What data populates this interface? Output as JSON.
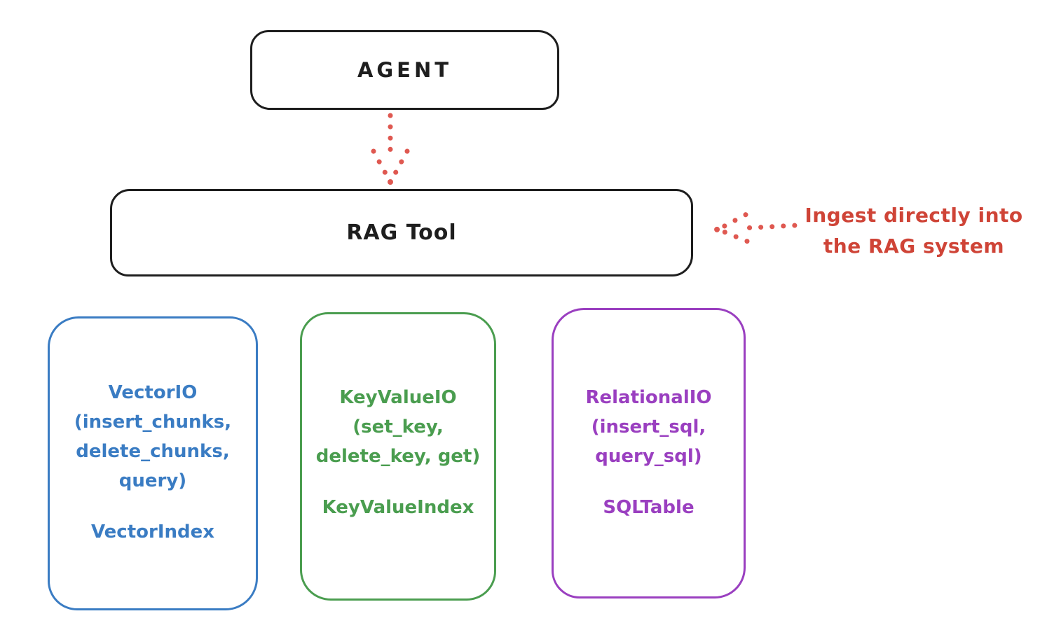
{
  "agent": {
    "label": "AGENT"
  },
  "rag_tool": {
    "label": "RAG Tool"
  },
  "annotation": {
    "line1": "Ingest directly into",
    "line2": "the RAG system",
    "color": "#cf4437"
  },
  "arrows": {
    "color": "#df5850",
    "agent_to_rag": "dotted-arrow-down",
    "annotation_to_rag": "dotted-arrow-left"
  },
  "backends": [
    {
      "lines": [
        "VectorIO",
        "(insert_chunks,",
        "delete_chunks,",
        "query)"
      ],
      "index_label": "VectorIndex",
      "color": "#3a7cc3"
    },
    {
      "lines": [
        "KeyValueIO",
        "(set_key,",
        "delete_key, get)"
      ],
      "index_label": "KeyValueIndex",
      "color": "#4a9d4f"
    },
    {
      "lines": [
        "RelationalIO",
        "(insert_sql,",
        "query_sql)"
      ],
      "index_label": "SQLTable",
      "color": "#9a3fc0"
    }
  ],
  "colors": {
    "outline": "#1e1e1e",
    "background": "#ffffff"
  }
}
